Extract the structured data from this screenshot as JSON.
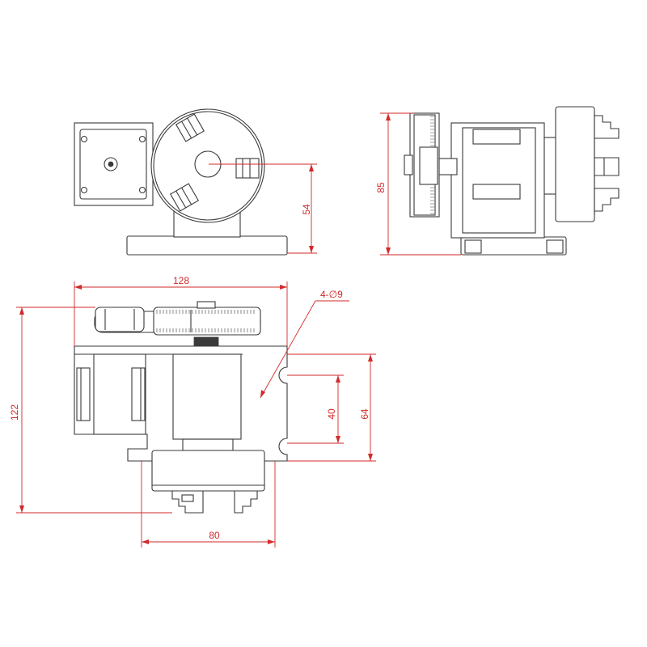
{
  "dimensions": {
    "front_height": "54",
    "side_height": "85",
    "top_width": "128",
    "total_height": "122",
    "hole_pitch": "40",
    "base_depth": "64",
    "chuck_width": "80",
    "holes": "4-∅9"
  }
}
